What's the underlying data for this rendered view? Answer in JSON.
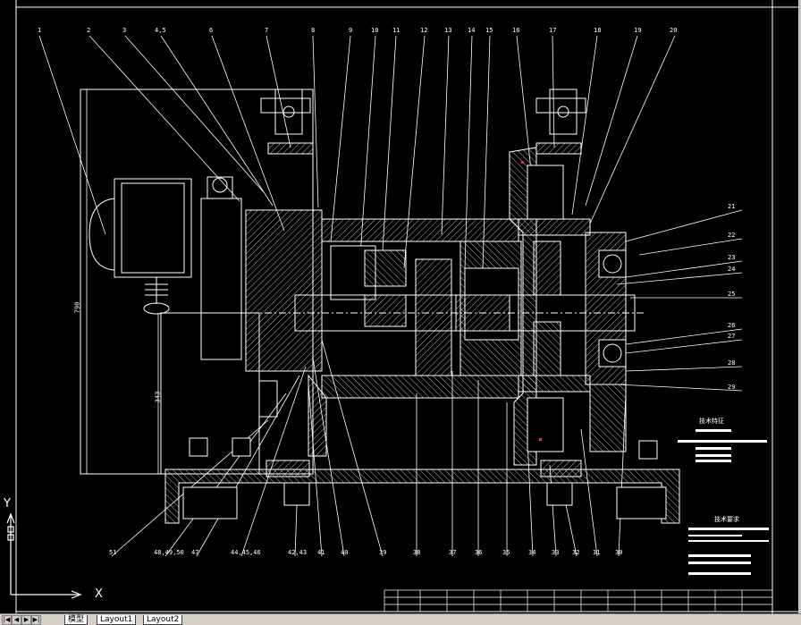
{
  "window": {
    "title": "AutoCAD model space"
  },
  "callouts_top": [
    "1",
    "2",
    "3",
    "4,5",
    "6",
    "7",
    "8",
    "9",
    "10",
    "11",
    "12",
    "13",
    "14",
    "15",
    "16",
    "17",
    "18",
    "19",
    "20"
  ],
  "callouts_right": [
    "21",
    "22",
    "23",
    "24",
    "25",
    "26",
    "27",
    "28",
    "29"
  ],
  "callouts_bottom": [
    "51",
    "48,49,50",
    "47",
    "44,45,46",
    "42,43",
    "41",
    "40",
    "39",
    "38",
    "37",
    "36",
    "35",
    "34",
    "33",
    "32",
    "31",
    "30"
  ],
  "dimensions": {
    "height": "790",
    "center": "343"
  },
  "notes": {
    "tech_char_title": "技术特征",
    "tech_req_title": "技术要求"
  },
  "ucs": {
    "x": "X",
    "y": "Y"
  },
  "tabs": [
    "模型",
    "Layout1",
    "Layout2"
  ],
  "colors": {
    "background": "#000000",
    "lines": "#ffffff",
    "accent_red": "#ff3030",
    "tabbar": "#d4d0c8"
  }
}
